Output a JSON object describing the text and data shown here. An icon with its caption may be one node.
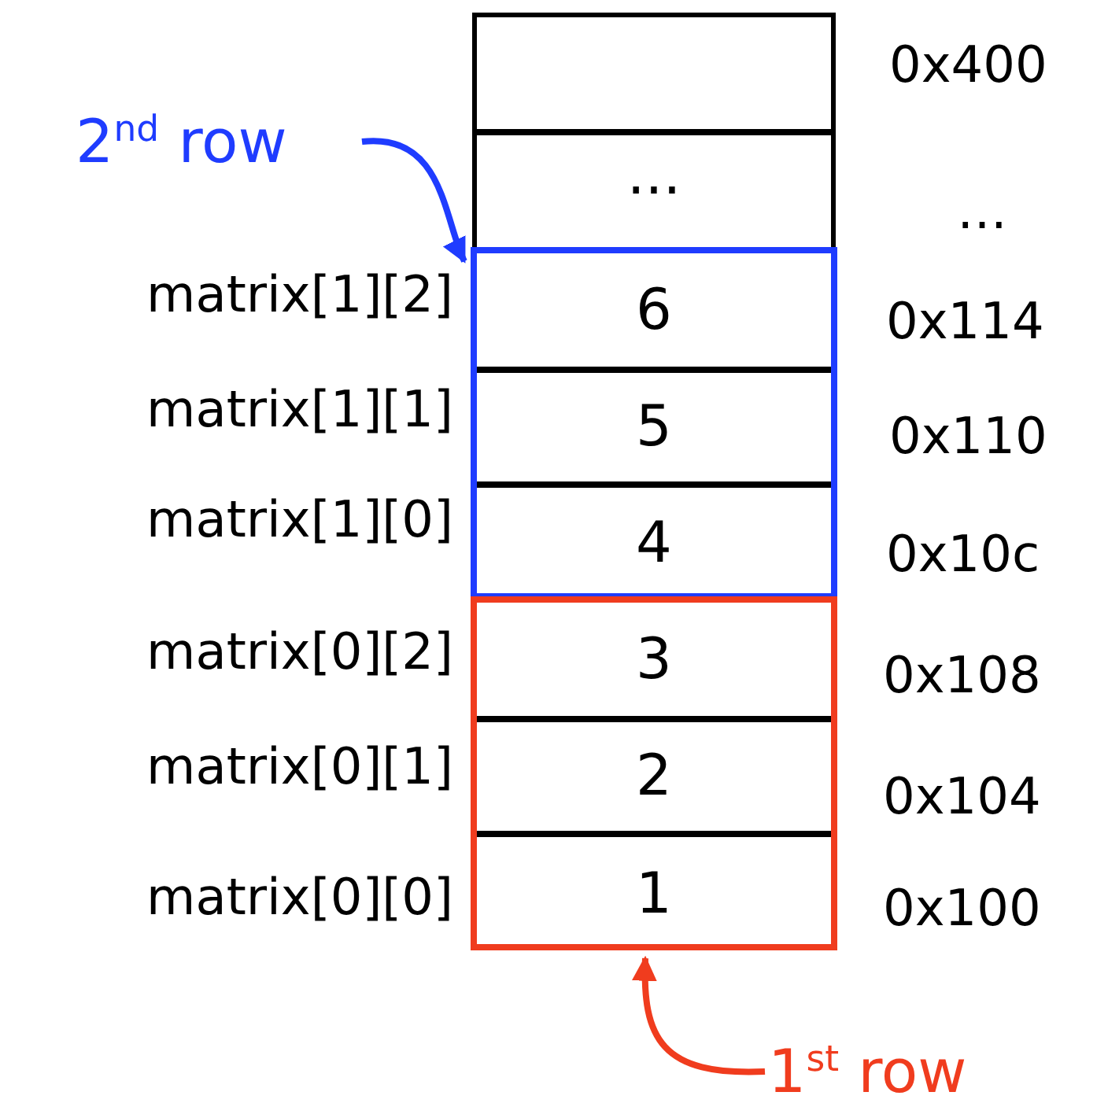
{
  "diagram": {
    "nodes": [
      {
        "text": [],
        "shape": "box"
      },
      {
        "text": [
          "..."
        ]
      },
      {
        "text": [],
        "shape": "box"
      },
      {
        "text": [
          "6"
        ],
        "in": 2
      },
      {
        "text": [
          "5"
        ],
        "in": 2
      },
      {
        "text": [
          "4"
        ],
        "in": 2
      },
      {
        "text": [],
        "shape": "box"
      },
      {
        "text": [
          "3"
        ],
        "in": 6
      },
      {
        "text": [
          "2"
        ],
        "in": 6
      },
      {
        "text": [
          "1"
        ],
        "in": 6
      },
      {
        "text": [
          "2$^{nd}$ row"
        ]
      },
      {
        "text": [
          "1$^{st}$ row"
        ]
      }
    ],
    "edges": [
      {
        "from": 10,
        "to": 2,
        "arrow": "to",
        "color": "#1f3cff"
      },
      {
        "from": 11,
        "to": 6,
        "arrow": "to",
        "color": "#f03c1e"
      }
    ],
    "labels": [
      "0x400",
      "…",
      "matrix[1][2]",
      "0x114",
      "matrix[1][1]",
      "0x110",
      "matrix[1][0]",
      "0x10c",
      "matrix[0][2]",
      "0x108",
      "matrix[0][1]",
      "0x104",
      "matrix[0][0]",
      "0x100"
    ]
  }
}
